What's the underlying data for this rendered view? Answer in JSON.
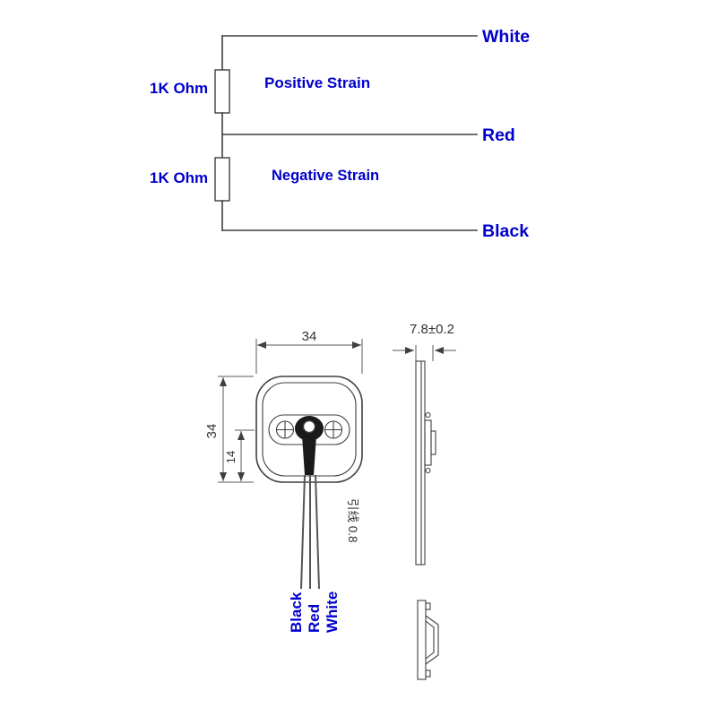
{
  "colors": {
    "label_blue": "#0000cd",
    "line_color": "#3f3f3f"
  },
  "circuit": {
    "r1_value": "1K Ohm",
    "r1_strain": "Positive Strain",
    "r2_value": "1K Ohm",
    "r2_strain": "Negative Strain",
    "wire_top": "White",
    "wire_middle": "Red",
    "wire_bottom": "Black"
  },
  "front_view": {
    "dim_width": "34",
    "dim_height": "34",
    "dim_offset": "14",
    "lead_note": "引线 0.8",
    "wire_label_black": "Black",
    "wire_label_red": "Red",
    "wire_label_white": "White"
  },
  "side_view": {
    "dim_thickness": "7.8±0.2"
  }
}
